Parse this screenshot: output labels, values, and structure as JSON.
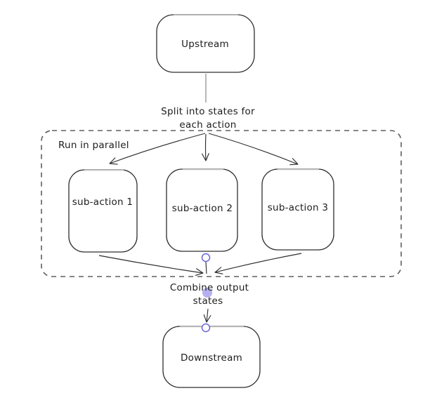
{
  "diagram": {
    "kind": "flowchart",
    "background": "#ffffff",
    "colors": {
      "shape_stroke": "#2e2e2e",
      "text": "#1d1d1d",
      "dashed_border": "#5f5f5f",
      "upstream_connector_gray": "#9a9a9a",
      "binding_handle_stroke": "#6965db",
      "binding_dot_fill": "#b7b0ef"
    },
    "nodes": {
      "upstream": {
        "label": "Upstream"
      },
      "sub_action_1": {
        "label": "sub-action 1"
      },
      "sub_action_2": {
        "label": "sub-action 2"
      },
      "sub_action_3": {
        "label": "sub-action 3"
      },
      "downstream": {
        "label": "Downstream"
      }
    },
    "groups": {
      "parallel": {
        "label": "Run in parallel"
      }
    },
    "edge_labels": {
      "split": {
        "line1": "Split into states for",
        "line2": "each action"
      },
      "combine": {
        "line1": "Combine output",
        "line2": "states"
      }
    }
  }
}
